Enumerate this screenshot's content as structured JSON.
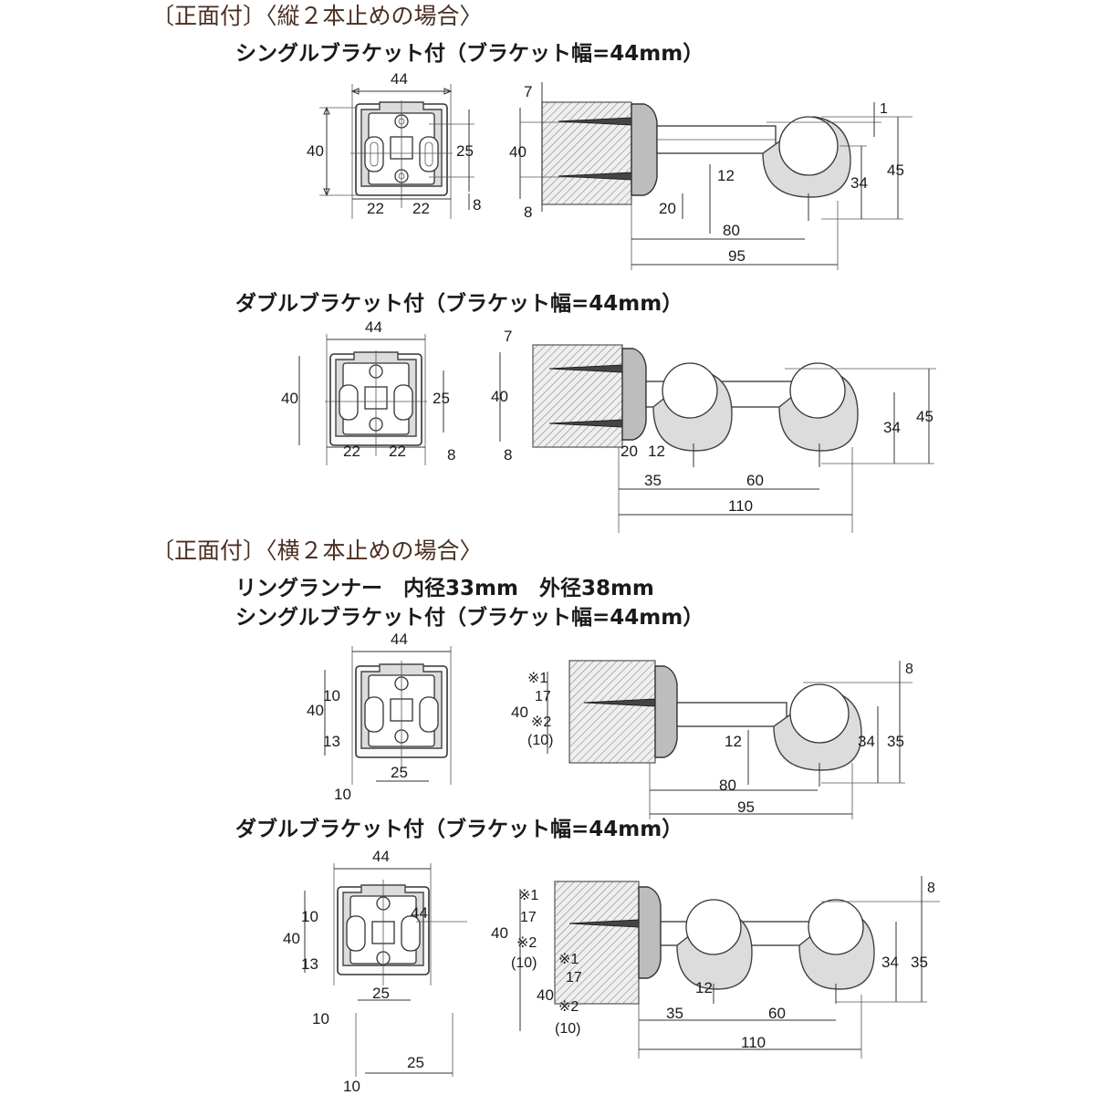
{
  "sections": {
    "vertical": "〔正面付〕〈縦２本止めの場合〉",
    "horizontal": "〔正面付〕〈横２本止めの場合〉"
  },
  "subtitles": {
    "v_single": "シングルブラケット付（ブラケット幅=44mm）",
    "v_double": "ダブルブラケット付（ブラケット幅=44mm）",
    "h_ring": "リングランナー　内径33mm　外径38mm",
    "h_single": "シングルブラケット付（ブラケット幅=44mm）",
    "h_double": "ダブルブラケット付（ブラケット幅=44mm）"
  },
  "dims": {
    "d44": "44",
    "d40": "40",
    "d25": "25",
    "d22": "22",
    "d8": "8",
    "d7": "7",
    "d1": "1",
    "d12": "12",
    "d20": "20",
    "d80": "80",
    "d95": "95",
    "d34": "34",
    "d45": "45",
    "d35": "35",
    "d60": "60",
    "d110": "110",
    "d10": "10",
    "d13": "13",
    "d17": "17",
    "n1": "※1",
    "n2": "※2",
    "p10": "(10)"
  },
  "colors": {
    "section_title": "#4a2f22",
    "line": "#333333",
    "wall_hatch": "#555555"
  }
}
